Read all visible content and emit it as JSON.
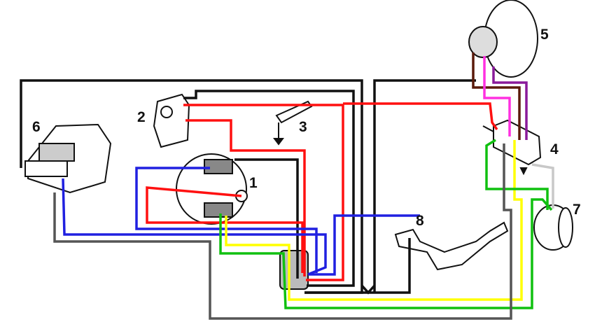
{
  "labels": {
    "c1": "1",
    "c2": "2",
    "c3": "3",
    "c4": "4",
    "c5": "5",
    "c6": "6",
    "c7": "7",
    "c8": "8"
  },
  "colors": {
    "black": "#111111",
    "red": "#ff1010",
    "blue": "#2020e0",
    "yellow": "#ffff00",
    "green": "#10c010",
    "gray": "#555555",
    "lightgray": "#c8c8c8",
    "brown": "#5a1a0a",
    "magenta": "#ff30e0",
    "purple": "#8a1a9a"
  }
}
